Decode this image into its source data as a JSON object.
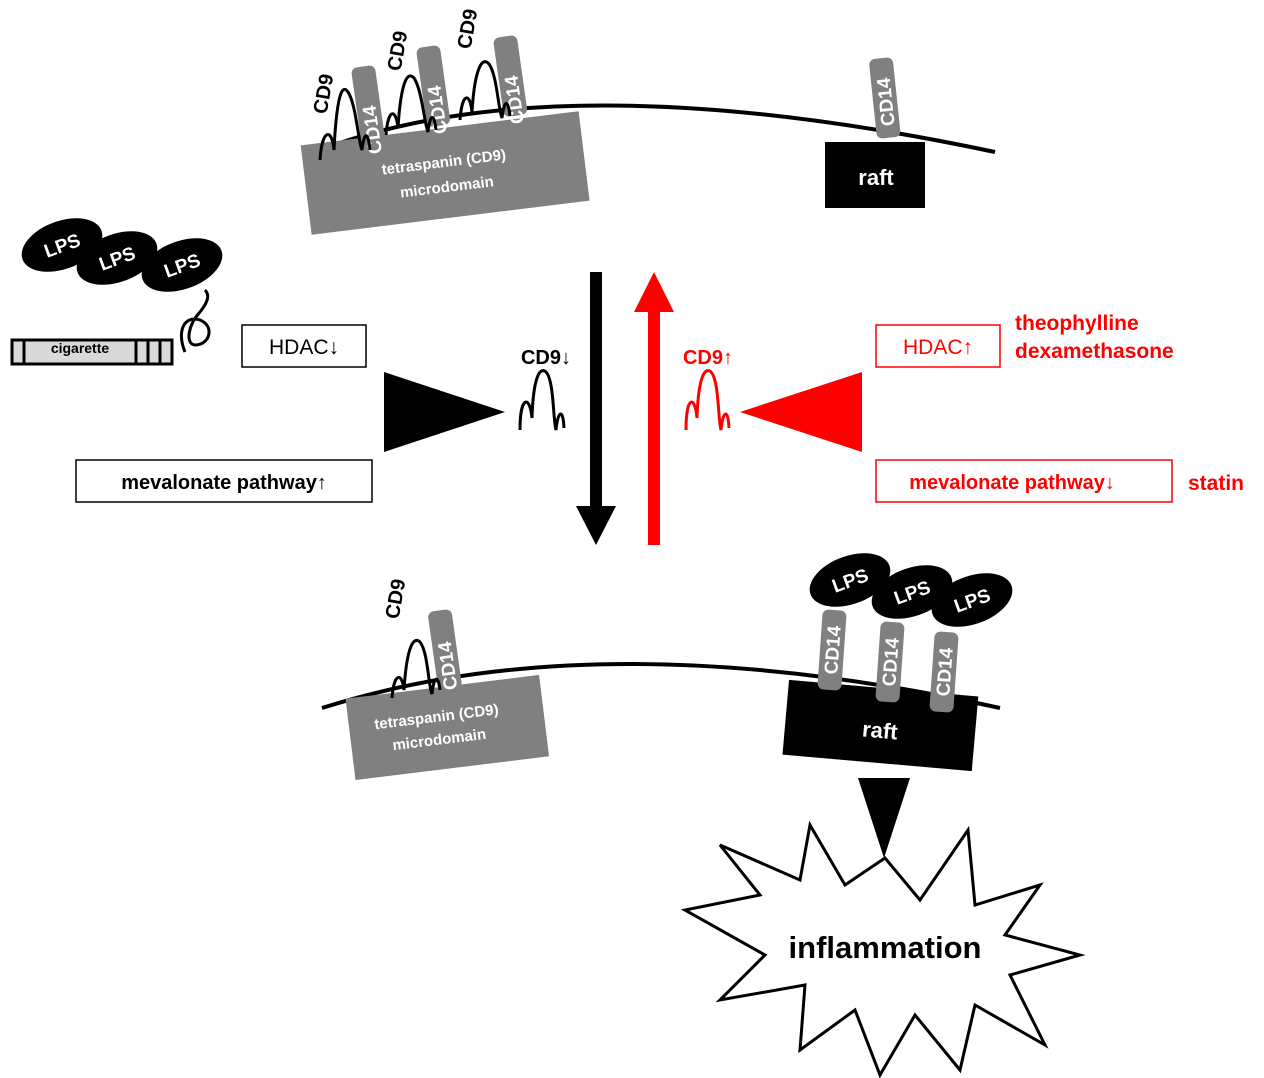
{
  "top_membrane": {
    "cd9_labels": [
      "CD9",
      "CD9",
      "CD9"
    ],
    "cd14_labels": [
      "CD14",
      "CD14",
      "CD14",
      "CD14"
    ],
    "microdomain_line1": "tetraspanin (CD9)",
    "microdomain_line2": "microdomain",
    "raft_label": "raft"
  },
  "left": {
    "lps_labels": [
      "LPS",
      "LPS",
      "LPS"
    ],
    "cigarette_label": "cigarette",
    "hdac_label": "HDAC↓",
    "mevalonate_label": "mevalonate pathway↑",
    "cd9_label": "CD9↓"
  },
  "right": {
    "hdac_label": "HDAC↑",
    "mevalonate_label": "mevalonate pathway↓",
    "cd9_label": "CD9↑",
    "drugs": [
      "theophylline",
      "dexamethasone"
    ],
    "statin_label": "statin"
  },
  "bottom_membrane": {
    "cd9_label": "CD9",
    "cd14_labels": [
      "CD14",
      "CD14",
      "CD14",
      "CD14"
    ],
    "lps_labels": [
      "LPS",
      "LPS",
      "LPS"
    ],
    "microdomain_line1": "tetraspanin (CD9)",
    "microdomain_line2": "microdomain",
    "raft_label": "raft"
  },
  "outcome": {
    "label": "inflammation"
  },
  "colors": {
    "black": "#000000",
    "red": "#ff0000",
    "gray": "#808080"
  }
}
